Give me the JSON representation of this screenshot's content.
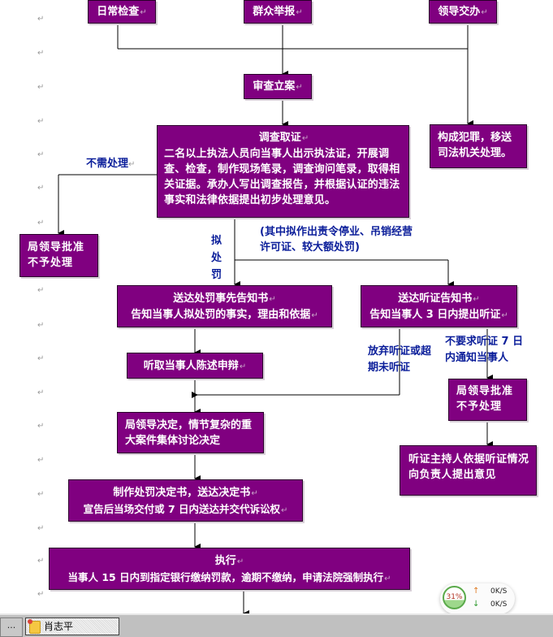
{
  "flowchart": {
    "sources": [
      {
        "label": "日常检查"
      },
      {
        "label": "群众举报"
      },
      {
        "label": "领导交办"
      }
    ],
    "register": {
      "label": "审查立案"
    },
    "investigate": {
      "title": "调查取证",
      "body": "二名以上执法人员向当事人出示执法证，开展调查、检查，制作现场笔录，调查询问笔录，取得相关证据。承办人写出调查报告，并根据认证的违法事实和法律依据提出初步处理意见。"
    },
    "crime_transfer": {
      "label": "构成犯罪，移送司法机关处理。"
    },
    "no_handling_label": "不需处理",
    "approve_no_penalty_left": {
      "label": "局领导批准不予处理"
    },
    "propose_penalty_label": "拟处罚",
    "severe_note": "(其中拟作出责令停业、吊销经营许可证、较大额处罚)",
    "prior_notice": {
      "title": "送达处罚事先告知书",
      "body": "告知当事人拟处罚的事实，理由和依据"
    },
    "hearing_notice": {
      "title": "送达听证告知书",
      "body": "告知当事人 3 日内提出听证"
    },
    "hear_defense": {
      "label": "听取当事人陈述申辩"
    },
    "waive_hearing_label": "放弃听证或超期未听证",
    "no_hearing_request_label": "不要求听证 7 日内通知当事人",
    "approve_no_penalty_right": {
      "label": "局领导批准不予处理"
    },
    "hearing_host": {
      "label": "听证主持人依据听证情况向负责人提出意见"
    },
    "leader_decision": {
      "label": "局领导决定，情节复杂的重大案件集体讨论决定"
    },
    "decision_doc": {
      "title": "制作处罚决定书，送达决定书",
      "body": "宣告后当场交付或 7 日内送达并交代诉讼权"
    },
    "execute": {
      "title": "执行",
      "body": "当事人 15 日内到指定银行缴纳罚款，逾期不缴纳，申请法院强制执行"
    },
    "paragraph_mark": "↵"
  },
  "taskbar": {
    "more_label": "...",
    "task_label": "肖志平",
    "task_icon": "sticky-note-icon"
  },
  "net_monitor": {
    "percent": "31%",
    "upload_speed": "0K/S",
    "download_speed": "0K/S",
    "up_icon": "↑",
    "down_icon": "↓",
    "level_fraction": 0.31
  },
  "colors": {
    "box_fill": "#800080",
    "label_blue": "#0b1e9a",
    "taskbar": "#c0c0c0"
  }
}
